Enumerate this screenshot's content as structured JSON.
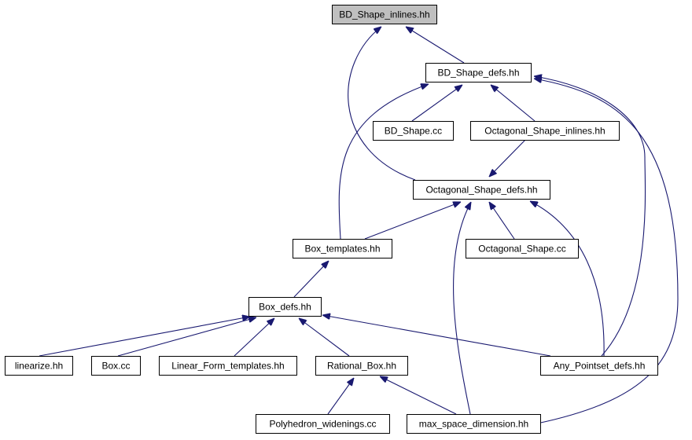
{
  "colors": {
    "highlight_fill": "#bfbfbf",
    "node_fill": "#ffffff",
    "node_border": "#000000",
    "edge": "#191970"
  },
  "nodes": {
    "bd_shape_inlines": {
      "label": "BD_Shape_inlines.hh",
      "highlighted": true
    },
    "bd_shape_defs": {
      "label": "BD_Shape_defs.hh"
    },
    "bd_shape_cc": {
      "label": "BD_Shape.cc"
    },
    "octagonal_shape_inlines": {
      "label": "Octagonal_Shape_inlines.hh"
    },
    "octagonal_shape_defs": {
      "label": "Octagonal_Shape_defs.hh"
    },
    "box_templates": {
      "label": "Box_templates.hh"
    },
    "octagonal_shape_cc": {
      "label": "Octagonal_Shape.cc"
    },
    "box_defs": {
      "label": "Box_defs.hh"
    },
    "linearize": {
      "label": "linearize.hh"
    },
    "box_cc": {
      "label": "Box.cc"
    },
    "linear_form_templates": {
      "label": "Linear_Form_templates.hh"
    },
    "rational_box": {
      "label": "Rational_Box.hh"
    },
    "any_pointset_defs": {
      "label": "Any_Pointset_defs.hh"
    },
    "polyhedron_widenings": {
      "label": "Polyhedron_widenings.cc"
    },
    "max_space_dimension": {
      "label": "max_space_dimension.hh"
    }
  },
  "edges": [
    {
      "from": "bd_shape_defs",
      "to": "bd_shape_inlines"
    },
    {
      "from": "octagonal_shape_defs",
      "to": "bd_shape_inlines"
    },
    {
      "from": "bd_shape_cc",
      "to": "bd_shape_defs"
    },
    {
      "from": "octagonal_shape_inlines",
      "to": "bd_shape_defs"
    },
    {
      "from": "box_templates",
      "to": "bd_shape_defs"
    },
    {
      "from": "any_pointset_defs",
      "to": "bd_shape_defs"
    },
    {
      "from": "max_space_dimension",
      "to": "bd_shape_defs"
    },
    {
      "from": "octagonal_shape_inlines",
      "to": "octagonal_shape_defs"
    },
    {
      "from": "box_templates",
      "to": "octagonal_shape_defs"
    },
    {
      "from": "octagonal_shape_cc",
      "to": "octagonal_shape_defs"
    },
    {
      "from": "any_pointset_defs",
      "to": "octagonal_shape_defs"
    },
    {
      "from": "max_space_dimension",
      "to": "octagonal_shape_defs"
    },
    {
      "from": "box_defs",
      "to": "box_templates"
    },
    {
      "from": "linearize",
      "to": "box_defs"
    },
    {
      "from": "box_cc",
      "to": "box_defs"
    },
    {
      "from": "linear_form_templates",
      "to": "box_defs"
    },
    {
      "from": "rational_box",
      "to": "box_defs"
    },
    {
      "from": "any_pointset_defs",
      "to": "box_defs"
    },
    {
      "from": "polyhedron_widenings",
      "to": "rational_box"
    },
    {
      "from": "max_space_dimension",
      "to": "rational_box"
    }
  ]
}
